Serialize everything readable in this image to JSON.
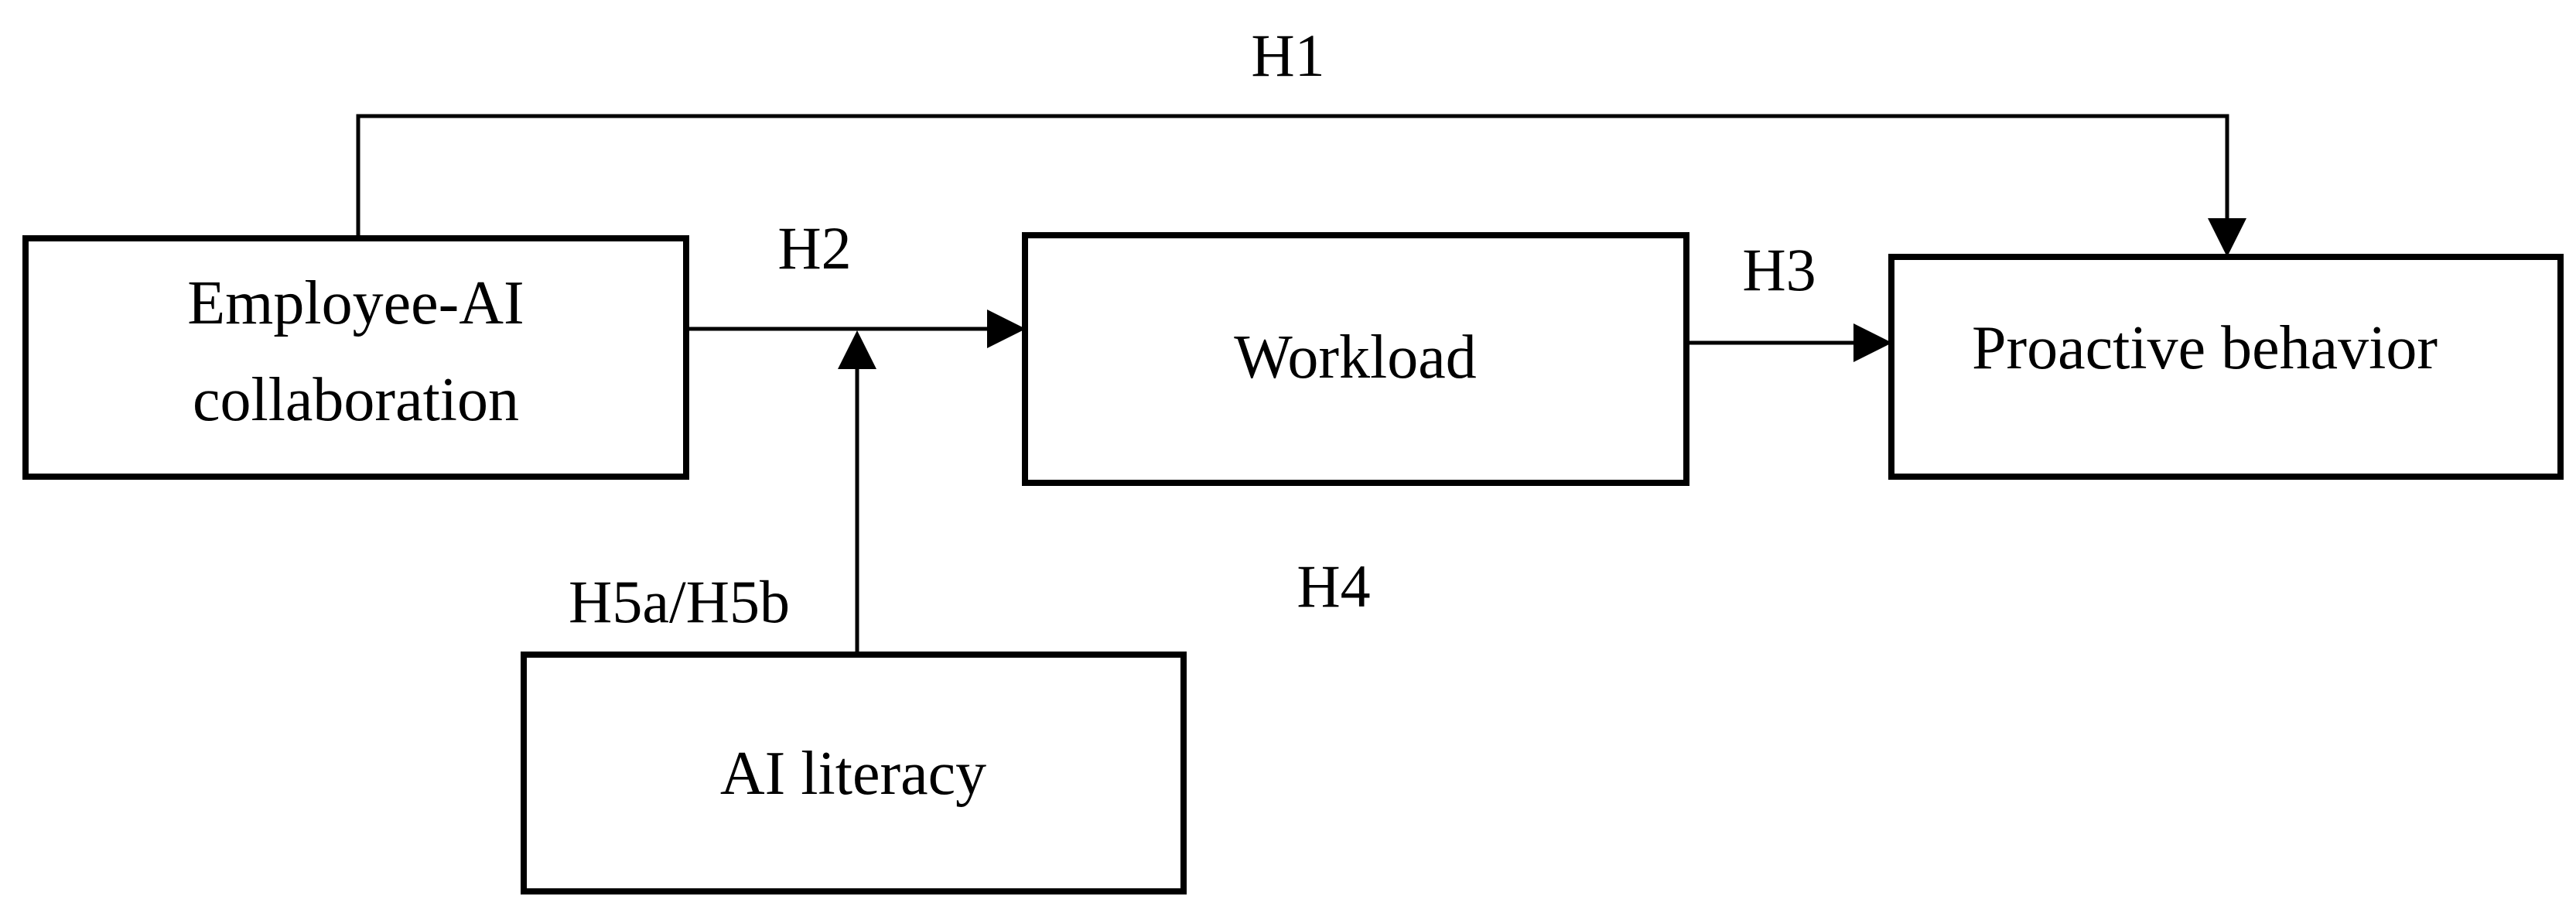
{
  "figure": {
    "kind": "hypothesis-model-diagram",
    "background_color": "#ffffff",
    "line_color": "#000000",
    "text_color": "#000000",
    "nodes": [
      {
        "id": "employee-ai-collaboration",
        "label": "Employee-AI collaboration",
        "line1": "Employee-AI",
        "line2": "collaboration"
      },
      {
        "id": "workload",
        "label": "Workload"
      },
      {
        "id": "proactive-behavior",
        "label": "Proactive behavior"
      },
      {
        "id": "ai-literacy",
        "label": "AI literacy"
      }
    ],
    "edges": [
      {
        "id": "h1",
        "label": "H1",
        "from": "Employee-AI collaboration",
        "to": "Proactive behavior"
      },
      {
        "id": "h2",
        "label": "H2",
        "from": "Employee-AI collaboration",
        "to": "Workload"
      },
      {
        "id": "h3",
        "label": "H3",
        "from": "Workload",
        "to": "Proactive behavior"
      },
      {
        "id": "h5",
        "label": "H5a/H5b",
        "from": "AI literacy",
        "to": "H2 path (moderation)"
      }
    ],
    "floating_labels": [
      {
        "id": "h4",
        "text": "H4"
      }
    ]
  }
}
